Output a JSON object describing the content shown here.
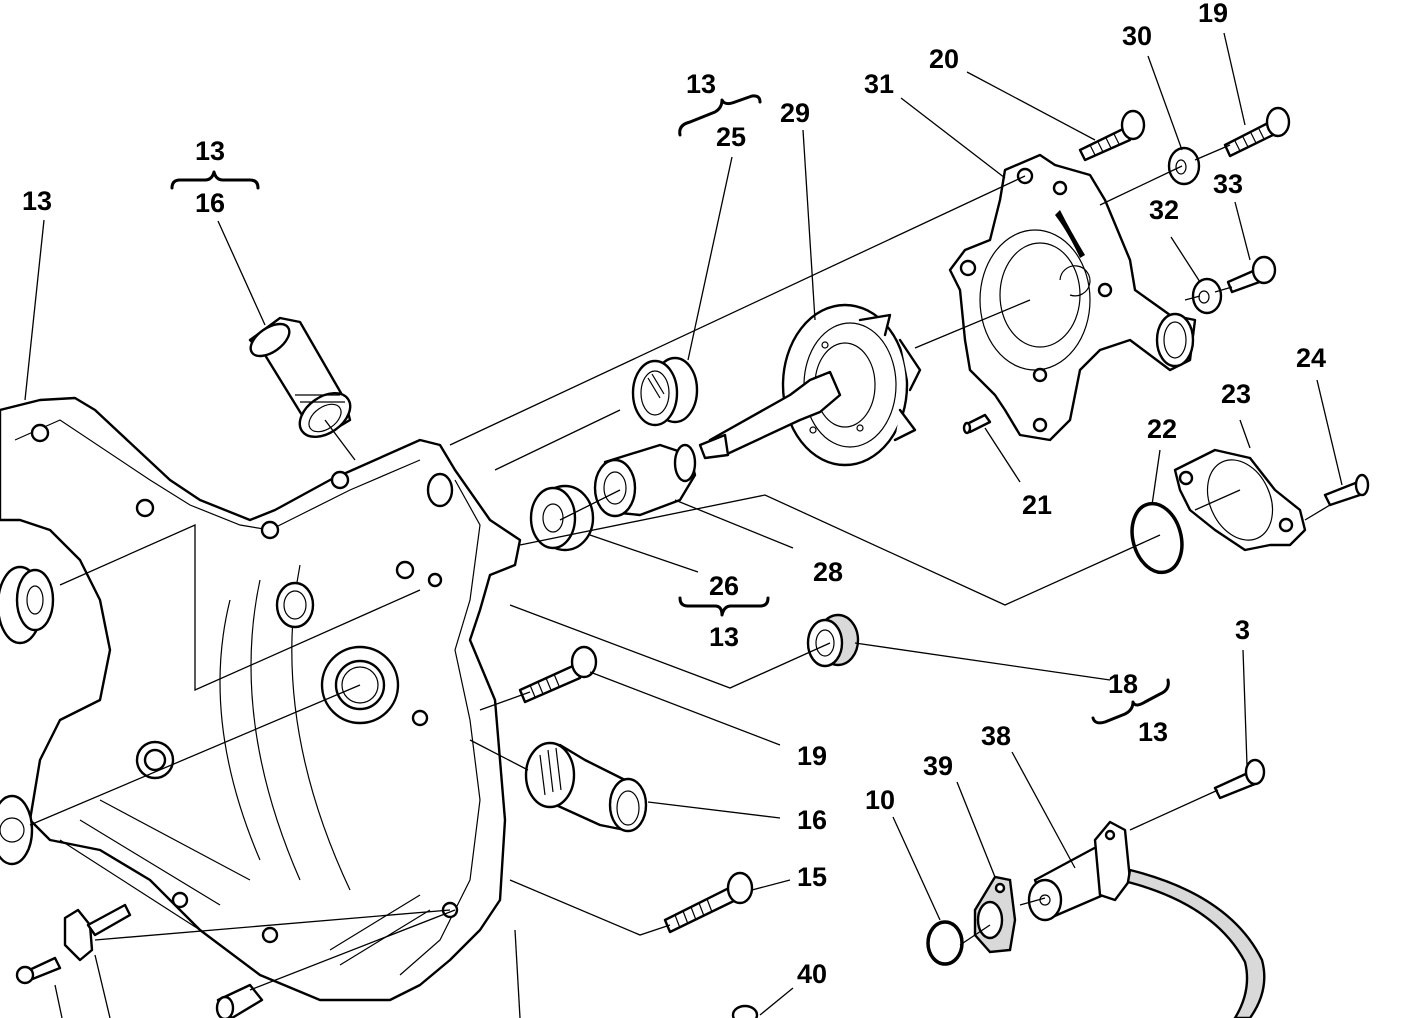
{
  "diagram": {
    "type": "exploded-parts-view",
    "subject": "Engine side cover with water pump assembly",
    "colors": {
      "line": "#000000",
      "background": "#ffffff",
      "hose_fill": "#d9d9d9"
    },
    "callouts": [
      {
        "id": "c13a",
        "label": "13"
      },
      {
        "id": "c13b",
        "label": "13"
      },
      {
        "id": "c16a",
        "label": "16"
      },
      {
        "id": "c13c",
        "label": "13"
      },
      {
        "id": "c25",
        "label": "25"
      },
      {
        "id": "c29",
        "label": "29"
      },
      {
        "id": "c31",
        "label": "31"
      },
      {
        "id": "c20",
        "label": "20"
      },
      {
        "id": "c30",
        "label": "30"
      },
      {
        "id": "c19a",
        "label": "19"
      },
      {
        "id": "c32",
        "label": "32"
      },
      {
        "id": "c33",
        "label": "33"
      },
      {
        "id": "c24",
        "label": "24"
      },
      {
        "id": "c23",
        "label": "23"
      },
      {
        "id": "c22",
        "label": "22"
      },
      {
        "id": "c21",
        "label": "21"
      },
      {
        "id": "c28",
        "label": "28"
      },
      {
        "id": "c26",
        "label": "26"
      },
      {
        "id": "c13d",
        "label": "13"
      },
      {
        "id": "c18",
        "label": "18"
      },
      {
        "id": "c13e",
        "label": "13"
      },
      {
        "id": "c3",
        "label": "3"
      },
      {
        "id": "c19b",
        "label": "19"
      },
      {
        "id": "c16b",
        "label": "16"
      },
      {
        "id": "c38",
        "label": "38"
      },
      {
        "id": "c39",
        "label": "39"
      },
      {
        "id": "c10",
        "label": "10"
      },
      {
        "id": "c15",
        "label": "15"
      },
      {
        "id": "c40",
        "label": "40"
      }
    ],
    "groupings": [
      {
        "brace_over": "16",
        "group_label": "13"
      },
      {
        "brace_over": "25",
        "group_label": "13"
      },
      {
        "brace_over": "26",
        "group_label": "13"
      },
      {
        "brace_over": "18",
        "group_label": "13"
      }
    ]
  }
}
